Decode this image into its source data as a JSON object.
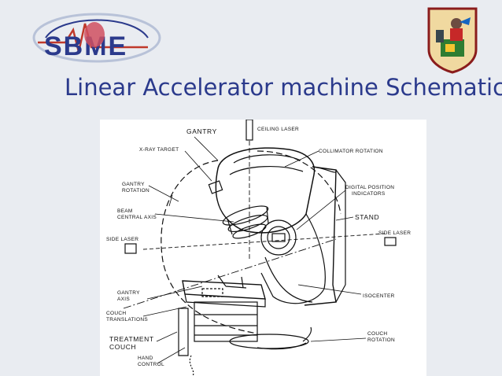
{
  "slide": {
    "title": "Linear Accelerator machine Schematic",
    "logo_left_text": "SBME",
    "title_color": "#2b3a8c"
  },
  "diagram": {
    "labels": {
      "gantry": "GANTRY",
      "ceiling_laser": "CEILING LASER",
      "xray_target": "X-RAY TARGET",
      "collimator_rotation": "COLLIMATOR ROTATION",
      "gantry_rotation_1": "GANTRY",
      "gantry_rotation_2": "ROTATION",
      "digital_position_1": "DIGITAL POSITION",
      "digital_position_2": "INDICATORS",
      "beam_axis_1": "BEAM",
      "beam_axis_2": "CENTRAL AXIS",
      "stand": "STAND",
      "side_laser_left": "SIDE LASER",
      "side_laser_right": "SIDE LASER",
      "gantry_axis_1": "GANTRY",
      "gantry_axis_2": "AXIS",
      "isocenter": "ISOCENTER",
      "couch_translations_1": "COUCH",
      "couch_translations_2": "TRANSLATIONS",
      "treatment_couch_1": "TREATMENT",
      "treatment_couch_2": "COUCH",
      "couch_rotation_1": "COUCH",
      "couch_rotation_2": "ROTATION",
      "hand_control_1": "HAND",
      "hand_control_2": "CONTROL"
    }
  }
}
